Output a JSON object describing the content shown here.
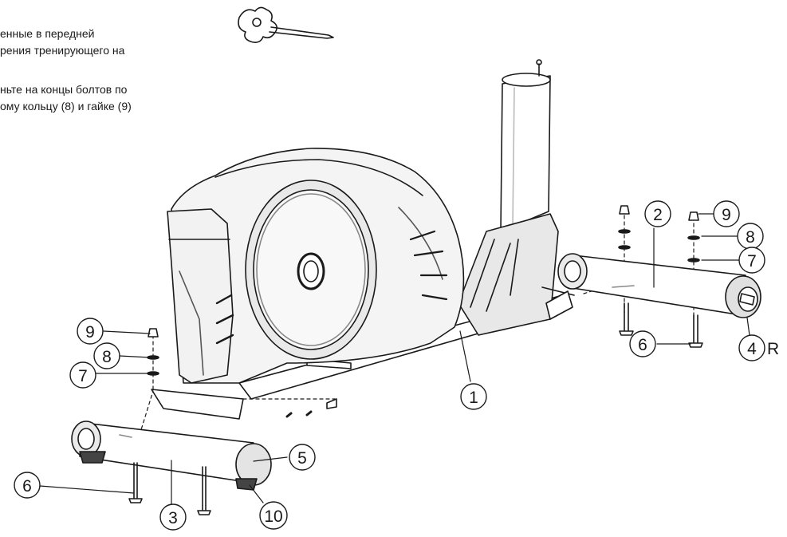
{
  "instructions": {
    "paragraph1": [
      "енные  в  передней",
      "рения тренирующего на"
    ],
    "paragraph2": [
      "ньте на концы болтов по",
      "ому кольцу (8) и гайке (9)"
    ]
  },
  "callouts": {
    "c1": "1",
    "c2": "2",
    "c3": "3",
    "c4": "4",
    "c4_suffix": "R",
    "c5": "5",
    "c6_right": "6",
    "c6_left": "6",
    "c7_right": "7",
    "c7_left": "7",
    "c8_right": "8",
    "c8_left": "8",
    "c9_right": "9",
    "c9_left": "9",
    "c10": "10"
  },
  "icons": [
    "wrench-tool-icon"
  ],
  "colors": {
    "line": "#1a1a1a",
    "shade": "#cfcfcf",
    "background": "#ffffff"
  }
}
